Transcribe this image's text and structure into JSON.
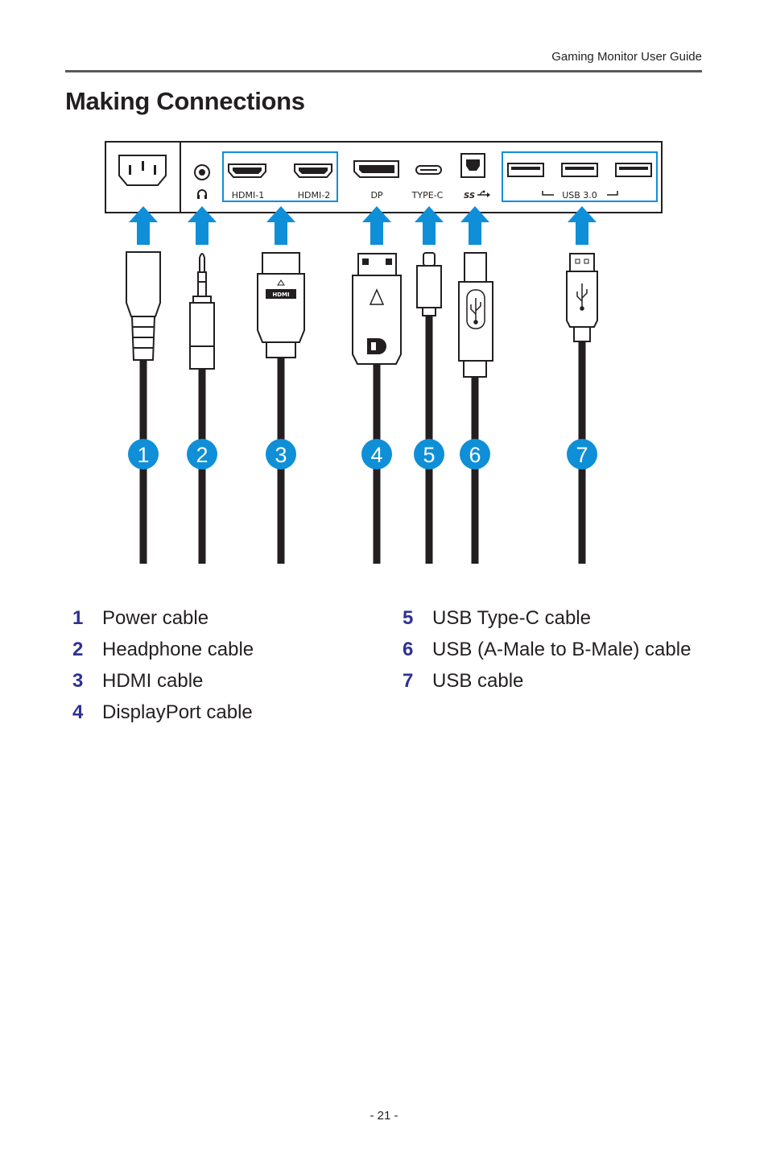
{
  "header": {
    "guide_title": "Gaming Monitor User Guide"
  },
  "page_title": "Making Connections",
  "colors": {
    "accent_blue": "#0f8fd7",
    "number_navy": "#2e3192",
    "rule_gray": "#58595b"
  },
  "ports": {
    "hdmi1": "HDMI-1",
    "hdmi2": "HDMI-2",
    "dp": "DP",
    "typec": "TYPE-C",
    "usb_ss": "SS",
    "usb30": "USB 3.0"
  },
  "connector_marks": {
    "hdmi_logo": "HDMI"
  },
  "callouts": [
    "1",
    "2",
    "3",
    "4",
    "5",
    "6",
    "7"
  ],
  "legend": {
    "col1": [
      {
        "num": "1",
        "label": "Power cable"
      },
      {
        "num": "2",
        "label": "Headphone cable"
      },
      {
        "num": "3",
        "label": "HDMI cable"
      },
      {
        "num": "4",
        "label": "DisplayPort cable"
      }
    ],
    "col2": [
      {
        "num": "5",
        "label": "USB Type-C cable"
      },
      {
        "num": "6",
        "label": "USB (A-Male to B-Male) cable"
      },
      {
        "num": "7",
        "label": "USB cable"
      }
    ]
  },
  "page_number": "- 21 -"
}
